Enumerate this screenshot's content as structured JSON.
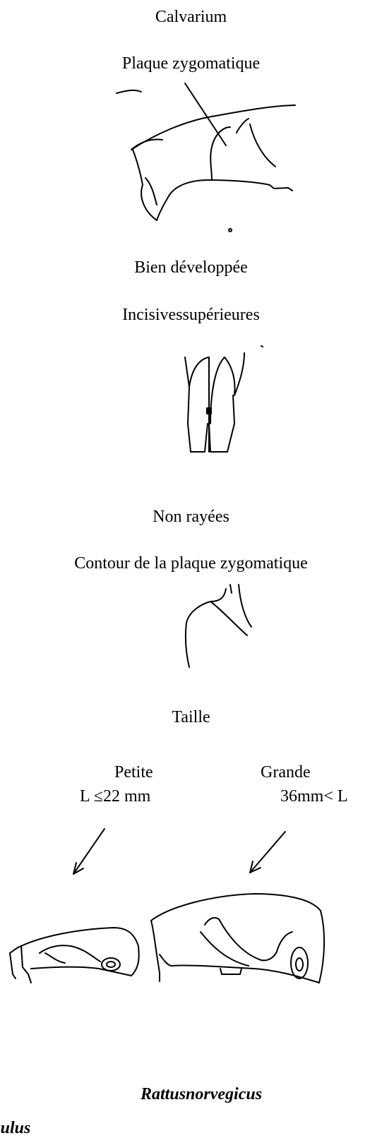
{
  "key": {
    "root": "Calvarium",
    "step1": {
      "criterion": "Plaque zygomatique",
      "state": "Bien développée"
    },
    "step2": {
      "criterion": "Incisivessupérieures",
      "state": "Non rayées"
    },
    "step3": {
      "criterion": "Contour de la plaque zygomatique"
    },
    "step4": {
      "criterion": "Taille",
      "small": {
        "label": "Petite",
        "measure": "L ≤22 mm",
        "species": "culus"
      },
      "large": {
        "label": "Grande",
        "measure": "36mm< L",
        "species": "Rattusnorvegicus"
      }
    }
  }
}
